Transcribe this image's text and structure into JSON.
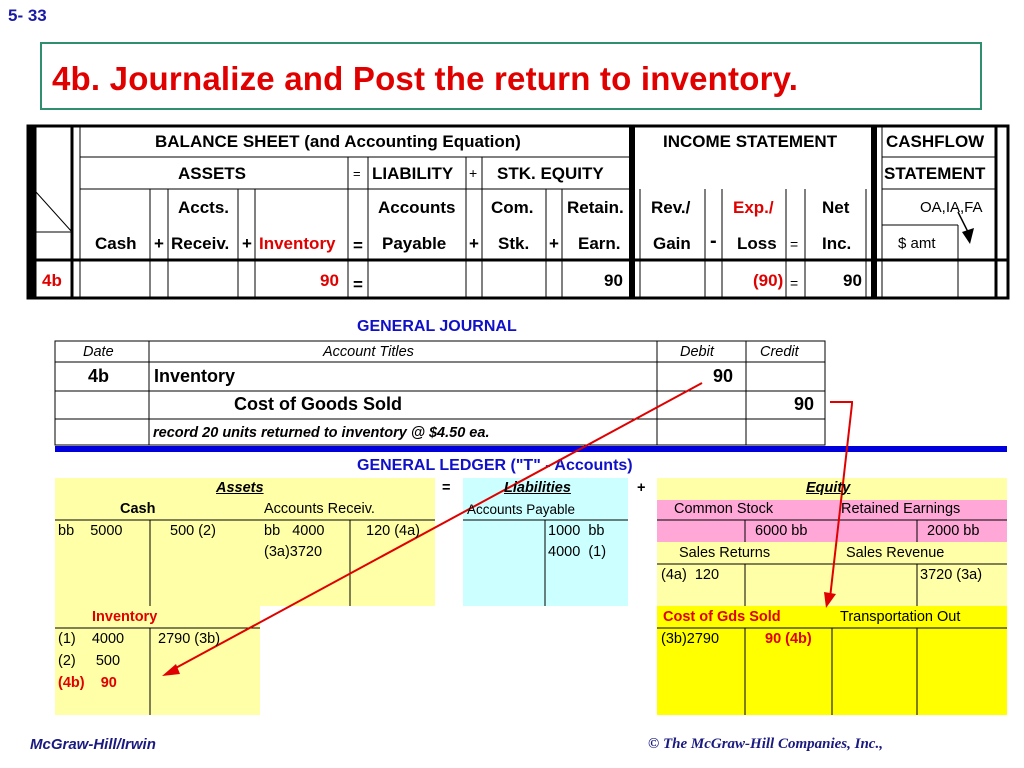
{
  "slide_number": "5- 33",
  "title": "4b.  Journalize and Post the return to inventory.",
  "balance_sheet": {
    "header_bs": "BALANCE SHEET (and Accounting Equation)",
    "header_is": "INCOME STATEMENT",
    "header_cf1": "CASHFLOW",
    "header_cf2": "STATEMENT",
    "assets": "ASSETS",
    "eq": "=",
    "liability": "LIABILITY",
    "plus": "+",
    "minus": "-",
    "stk_equity": "STK. EQUITY",
    "cash": "Cash",
    "accts1": "Accts.",
    "accts2": "Receiv.",
    "inventory": "Inventory",
    "ap1": "Accounts",
    "ap2": "Payable",
    "com1": "Com.",
    "com2": "Stk.",
    "ret1": "Retain.",
    "ret2": "Earn.",
    "rev1": "Rev./",
    "rev2": "Gain",
    "exp1": "Exp./",
    "exp2": "Loss",
    "net1": "Net",
    "net2": "Inc.",
    "cf_types": "OA,IA,FA",
    "cf_amt": "$ amt",
    "row_label": "4b",
    "row_inventory": "90",
    "row_retained": "90",
    "row_exp": "(90)",
    "row_net": "90"
  },
  "journal": {
    "title": "GENERAL JOURNAL",
    "col_date": "Date",
    "col_titles": "Account Titles",
    "col_debit": "Debit",
    "col_credit": "Credit",
    "entry_label": "4b",
    "debit_account": "Inventory",
    "debit_amount": "90",
    "credit_account": "Cost of Goods Sold",
    "credit_amount": "90",
    "memo": "record 20 units returned to inventory @ $4.50 ea."
  },
  "ledger": {
    "title": "GENERAL LEDGER (\"T\" - Accounts)",
    "assets": "Assets",
    "eq": "=",
    "liabilities": "Liabilities",
    "plus": "+",
    "equity": "Equity",
    "cash": {
      "name": "Cash",
      "debit": [
        "bb    5000"
      ],
      "credit": [
        "500 (2)"
      ]
    },
    "ar": {
      "name": "Accounts Receiv.",
      "debit": [
        "bb   4000",
        "(3a)3720"
      ],
      "credit": [
        "120 (4a)"
      ]
    },
    "ap": {
      "name": "Accounts Payable",
      "credit": [
        "1000  bb",
        "4000  (1)"
      ]
    },
    "common_stock": {
      "name": "Common Stock",
      "credit": "6000 bb"
    },
    "retained": {
      "name": "Retained Earnings",
      "credit": "2000 bb"
    },
    "sales_returns": {
      "name": "Sales Returns",
      "debit": "(4a)  120"
    },
    "sales_revenue": {
      "name": "Sales Revenue",
      "credit": "3720 (3a)"
    },
    "inventory": {
      "name": "Inventory",
      "debit": [
        "(1)    4000",
        "(2)     500",
        "(4b)    90"
      ],
      "credit": "2790 (3b)"
    },
    "cogs": {
      "name": "Cost of Gds Sold",
      "debit": "(3b)2790",
      "credit": "90 (4b)"
    },
    "transport": {
      "name": "Transportation Out"
    }
  },
  "footer": {
    "left": "McGraw-Hill/Irwin",
    "right": "© The McGraw-Hill Companies, Inc.,"
  }
}
